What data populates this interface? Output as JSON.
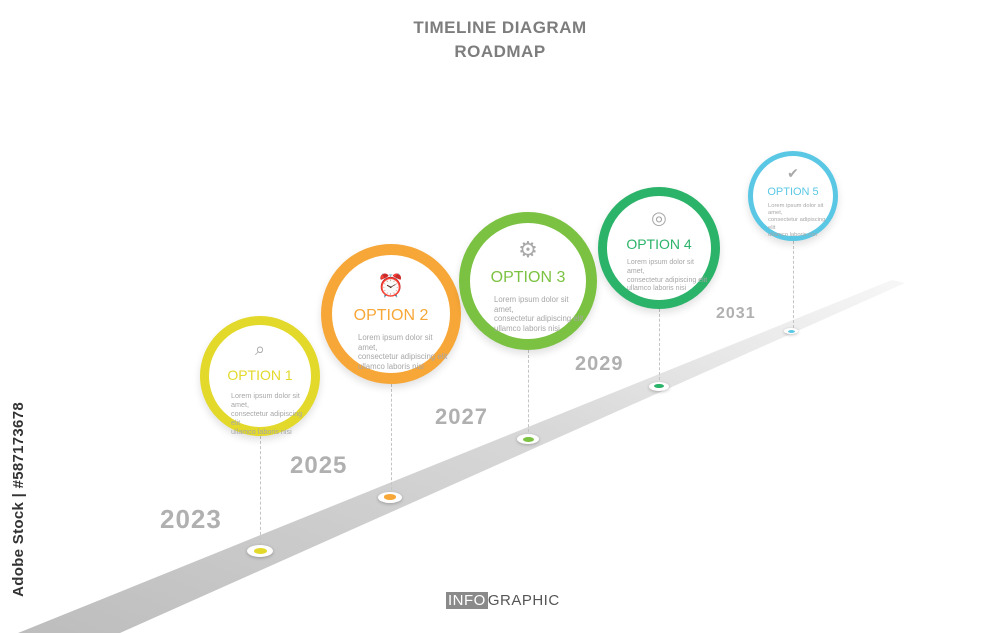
{
  "header": {
    "title_line1": "TIMELINE  DIAGRAM",
    "title_line2": "ROADMAP"
  },
  "milestones": [
    {
      "label": "OPTION 1",
      "year": "2023",
      "color": "#e3d92a",
      "icon": "magnifier-icon",
      "description": "Lorem ipsum dolor sit amet,\nconsectetur adipiscing elit\nullamco laboris nisi"
    },
    {
      "label": "OPTION 2",
      "year": "2025",
      "color": "#f7a737",
      "icon": "alarm-clock-icon",
      "description": "Lorem ipsum dolor sit amet,\nconsectetur adipiscing elit\nullamco laboris nisi"
    },
    {
      "label": "OPTION 3",
      "year": "2027",
      "color": "#7cc242",
      "icon": "head-gear-icon",
      "description": "Lorem ipsum dolor sit amet,\nconsectetur adipiscing elit\nullamco laboris nisi"
    },
    {
      "label": "OPTION 4",
      "year": "2029",
      "color": "#2cb36a",
      "icon": "target-icon",
      "description": "Lorem ipsum dolor sit amet,\nconsectetur adipiscing elit\nullamco laboris nisi"
    },
    {
      "label": "OPTION 5",
      "year": "2031",
      "color": "#5ac8e4",
      "icon": "check-circle-icon",
      "description": "Lorem ipsum dolor sit amet,\nconsectetur adipiscing elit\nullamco laboris nisi"
    }
  ],
  "watermark": "Adobe Stock | #587173678",
  "footer": {
    "boxed_text": "INFO",
    "rest_text": "GRAPHIC"
  },
  "colors": {
    "road": "#cfcfcf",
    "year_text": "#b0b0b0",
    "title_text": "#7d7d7d"
  }
}
